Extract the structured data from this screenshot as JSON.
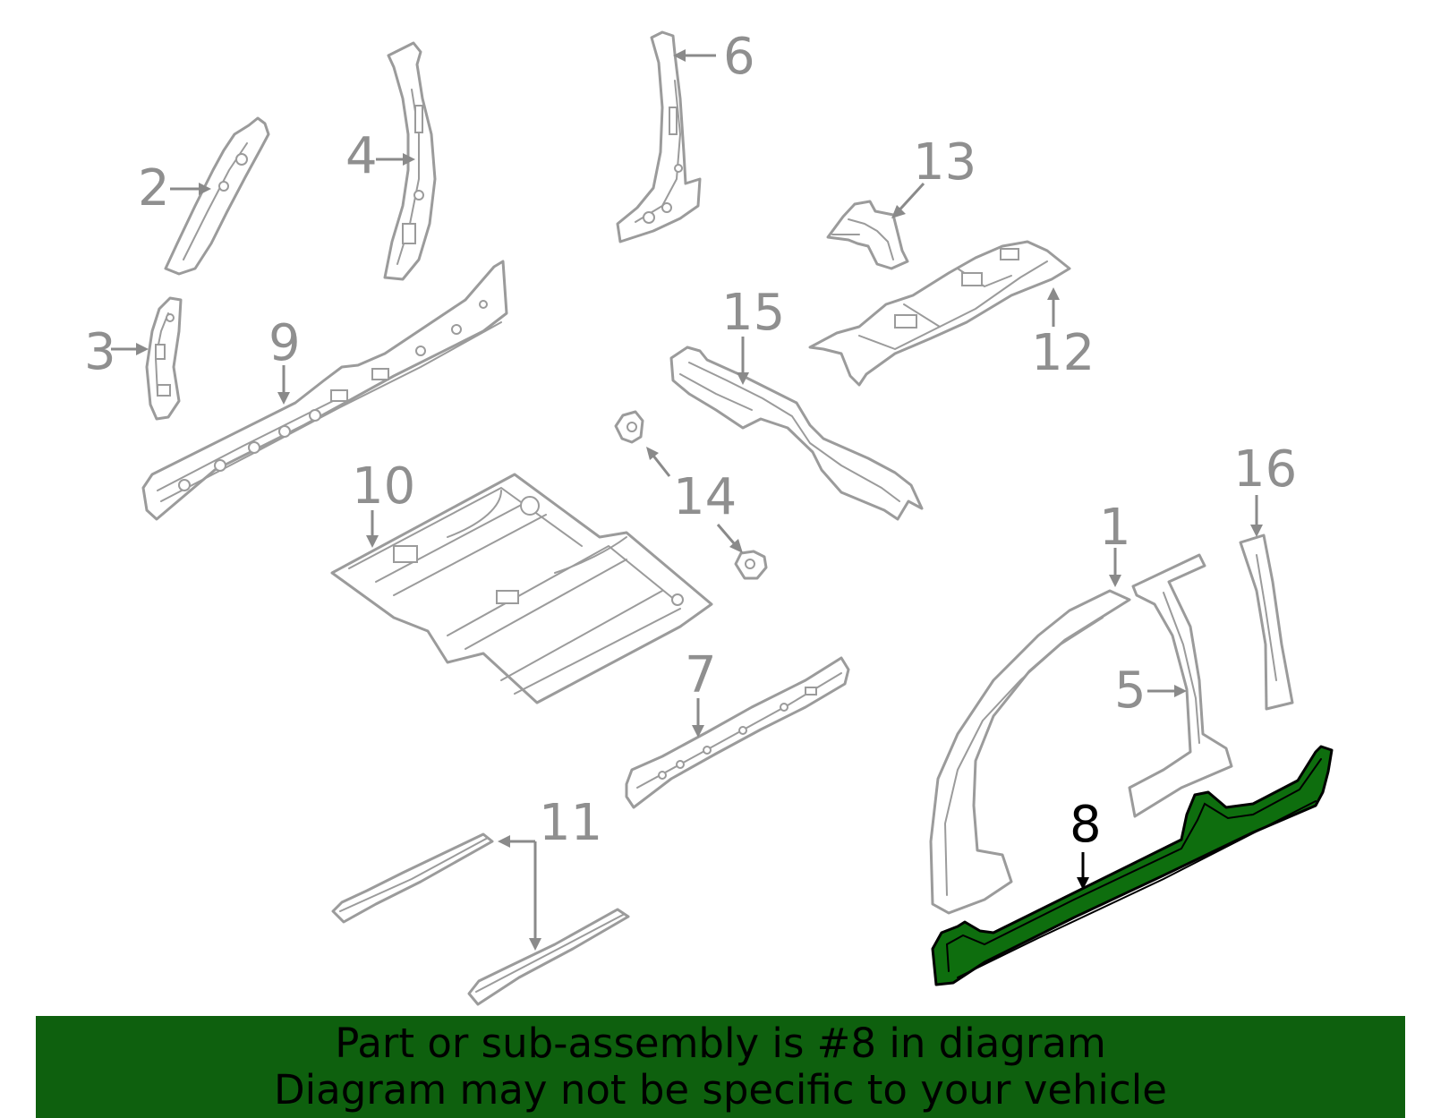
{
  "diagram": {
    "callouts": {
      "c1": "1",
      "c2": "2",
      "c3": "3",
      "c4": "4",
      "c5": "5",
      "c6": "6",
      "c7": "7",
      "c8": "8",
      "c9": "9",
      "c10": "10",
      "c11": "11",
      "c12": "12",
      "c13": "13",
      "c14": "14",
      "c15": "15",
      "c16": "16"
    },
    "highlighted_part": "8",
    "colors": {
      "highlight_fill": "#0e6e0e",
      "line_gray": "#9b9b9b",
      "label_gray": "#8f8f8f",
      "banner_bg": "#0e600e",
      "banner_text": "#000000"
    }
  },
  "banner": {
    "line1": "Part or sub-assembly is #8 in diagram",
    "line2": "Diagram may not be specific to your vehicle"
  }
}
